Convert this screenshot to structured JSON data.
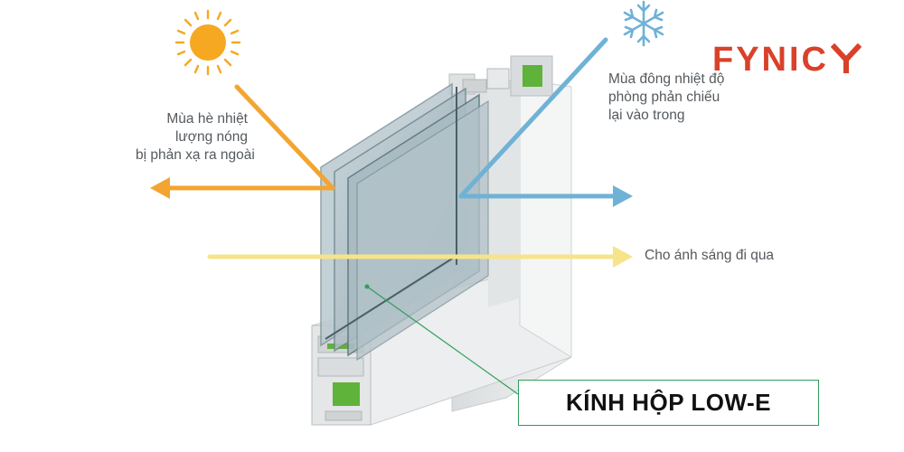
{
  "brand": {
    "logo_text": "FYNICY",
    "logo_color": "#d9412a"
  },
  "annotations": {
    "summer": [
      "Mùa hè nhiệt",
      "lượng nóng",
      "bị phản xạ ra ngoài"
    ],
    "winter": [
      "Mùa đông nhiệt độ",
      "phòng phản chiếu",
      "lại vào trong"
    ],
    "light": "Cho ánh sáng đi qua"
  },
  "product_label": "KÍNH HỘP LOW-E",
  "colors": {
    "summer_arrow": "#f2a531",
    "winter_arrow": "#6fb2d6",
    "light_arrow": "#f7e48a",
    "label_border": "#2f9e5b",
    "frame": "#e6e8e9",
    "gasket": "#5fb23a"
  },
  "icons": [
    "sun-icon",
    "snowflake-icon"
  ]
}
